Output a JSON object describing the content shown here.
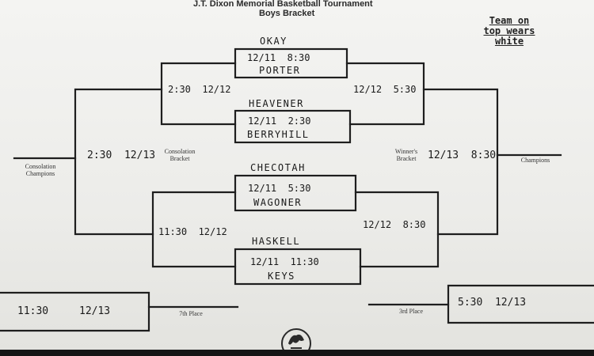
{
  "header": {
    "title": "J.T. Dixon Memorial Basketball Tournament",
    "subtitle": "Boys Bracket"
  },
  "note": {
    "lines": [
      "Team on",
      "top wears",
      "white"
    ]
  },
  "quarterfinals": [
    {
      "top_team": "OKAY",
      "bottom_team": "PORTER",
      "date_time": "12/11  8:30"
    },
    {
      "top_team": "HEAVENER",
      "bottom_team": "BERRYHILL",
      "date_time": "12/11  2:30"
    },
    {
      "top_team": "CHECOTAH",
      "bottom_team": "WAGONER",
      "date_time": "12/11  5:30"
    },
    {
      "top_team": "HASKELL",
      "bottom_team": "KEYS",
      "date_time": "12/11  11:30"
    }
  ],
  "winners_bracket": {
    "label_line1": "Winner's",
    "label_line2": "Bracket",
    "semi_top": "12/12  5:30",
    "semi_bottom": "12/12  8:30",
    "final": "12/13  8:30",
    "result_label": "Champions"
  },
  "consolation_bracket": {
    "label_line1": "Consolation",
    "label_line2": "Bracket",
    "semi_top": "2:30  12/12",
    "semi_bottom": "11:30  12/12",
    "final": "2:30  12/13",
    "result_label_line1": "Consolation",
    "result_label_line2": "Champions"
  },
  "placement_games": {
    "left_time": "11:30",
    "left_date": "12/13",
    "left_label": "7th Place",
    "right_time": "5:30  12/13",
    "right_label": "3rd Place"
  }
}
